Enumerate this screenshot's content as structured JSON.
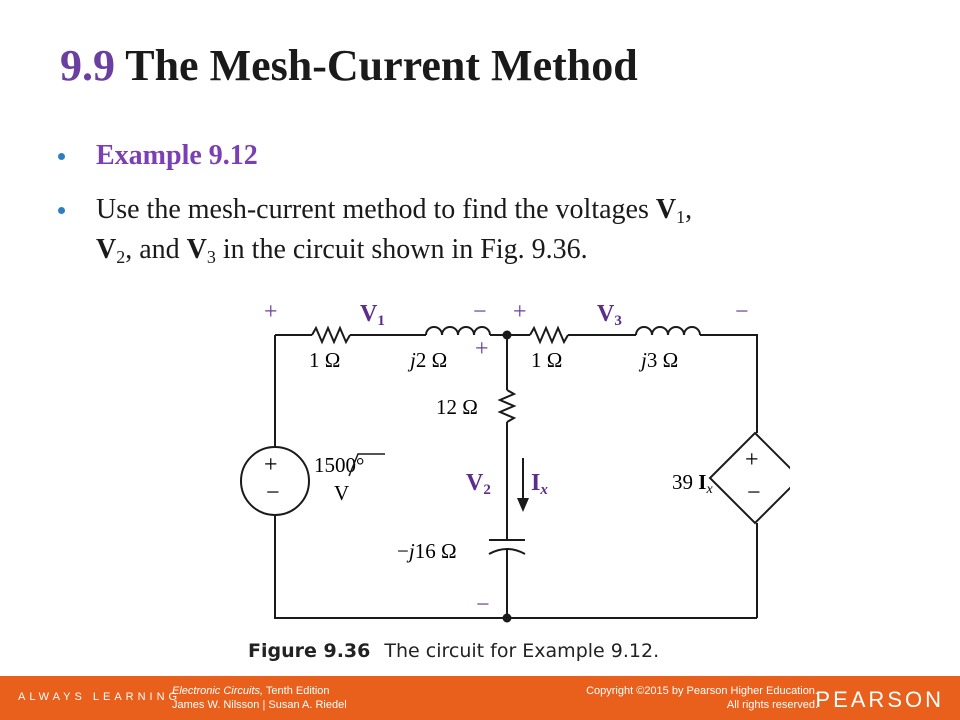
{
  "slide": {
    "title_number": "9.9",
    "title_text": "The Mesh-Current Method",
    "bullets": [
      {
        "text": "Example 9.12"
      },
      {
        "p1": "Use the mesh-current method to find the voltages ",
        "v1": "V",
        "s1": "1",
        "p2": ",",
        "v2": "V",
        "s2": "2",
        "p3": ", and ",
        "v3": "V",
        "s3": "3",
        "p4": " in the circuit shown in Fig. 9.36."
      }
    ]
  },
  "figure": {
    "label": "Figure 9.36",
    "caption": "The circuit for Example 9.12.",
    "labels": {
      "plus": "+",
      "minus": "−",
      "V": "V",
      "sub1": "1",
      "sub2": "2",
      "sub3": "3",
      "Ix_I": "I",
      "Ix_x": "x",
      "r1": "1 Ω",
      "j2_j": "j",
      "j2_rest": "2 Ω",
      "r2": "1 Ω",
      "j3_j": "j",
      "j3_rest": "3 Ω",
      "r12": "12 Ω",
      "cap_pre": "−",
      "cap_j": "j",
      "cap_rest": "16 Ω",
      "src_mag": "150",
      "src_ang": "0°",
      "src_unit": "V",
      "dep_coef": "39 ",
      "dep_I": "I",
      "dep_x": "x"
    }
  },
  "footer": {
    "tagline": "ALWAYS LEARNING",
    "book_title": "Electronic Circuits,",
    "book_edition": " Tenth Edition",
    "authors": "James W. Nilsson | Susan A. Riedel",
    "copyright": "Copyright ©2015 by Pearson Higher Education.",
    "rights": "All rights reserved.",
    "brand": "PEARSON"
  },
  "colors": {
    "title_number": "#6b3fa0",
    "example": "#7b3fb5",
    "voltage_labels": "#5b2d8c",
    "bullet_dot": "#2e7fbf",
    "footer_bg": "#e8601c"
  }
}
